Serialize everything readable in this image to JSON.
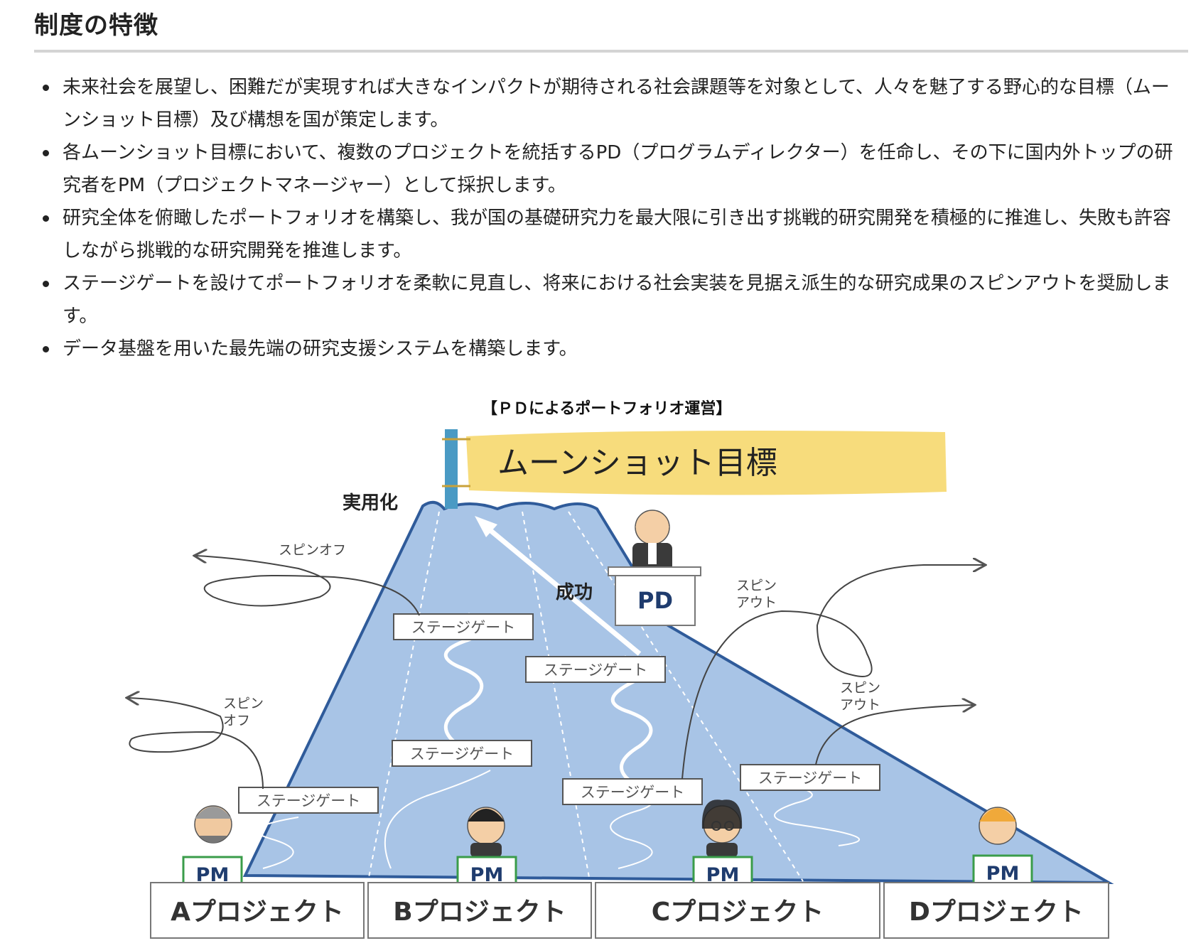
{
  "heading": "制度の特徴",
  "bullets": [
    "未来社会を展望し、困難だが実現すれば大きなインパクトが期待される社会課題等を対象として、人々を魅了する野心的な目標（ムーンショット目標）及び構想を国が策定します。",
    "各ムーンショット目標において、複数のプロジェクトを統括するPD（プログラムディレクター）を任命し、その下に国内外トップの研究者をPM（プロジェクトマネージャー）として採択します。",
    "研究全体を俯瞰したポートフォリオを構築し、我が国の基礎研究力を最大限に引き出す挑戦的研究開発を積極的に推進し、失敗も許容しながら挑戦的な研究開発を推進します。",
    "ステージゲートを設けてポートフォリオを柔軟に見直し、将来における社会実装を見据え派生的な研究成果のスピンアウトを奨励します。",
    "データ基盤を用いた最先端の研究支援システムを構築します。"
  ],
  "figure": {
    "title": "【ＰＤによるポートフォリオ運営】",
    "banner": "ムーンショット目標",
    "summit_label": "実用化",
    "success_label": "成功",
    "pd_label": "PD",
    "stage_gate": "ステージゲート",
    "pm_label": "PM",
    "spin_off": "スピンオフ",
    "spin_off_line1": "スピン",
    "spin_off_line2": "オフ",
    "spin_out_line1": "スピン",
    "spin_out_line2": "アウト",
    "projects": [
      "Aプロジェクト",
      "Bプロジェクト",
      "Cプロジェクト",
      "Dプロジェクト"
    ],
    "colors": {
      "mountain": "#a8c4e6",
      "mountain_edge": "#2f5b9a",
      "banner": "#f7dc7c",
      "pole": "#4a9ac4",
      "pm_border": "#3a9c4a"
    }
  }
}
